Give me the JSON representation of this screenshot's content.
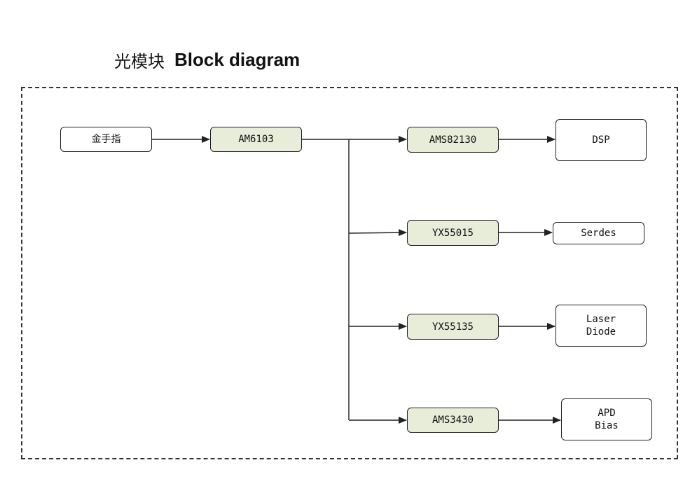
{
  "title": {
    "chinese": "光模块",
    "english": "Block diagram"
  },
  "nodes": {
    "gold_finger": "金手指",
    "am6103": "AM6103",
    "ams82130": "AMS82130",
    "yx55015": "YX55015",
    "yx55135": "YX55135",
    "ams3430": "AMS3430",
    "dsp": "DSP",
    "serdes": "Serdes",
    "laser_diode": "Laser\nDiode",
    "apd_bias": "APD\nBias"
  },
  "colors": {
    "chip_fill": "#e8edd9",
    "line": "#222222"
  }
}
